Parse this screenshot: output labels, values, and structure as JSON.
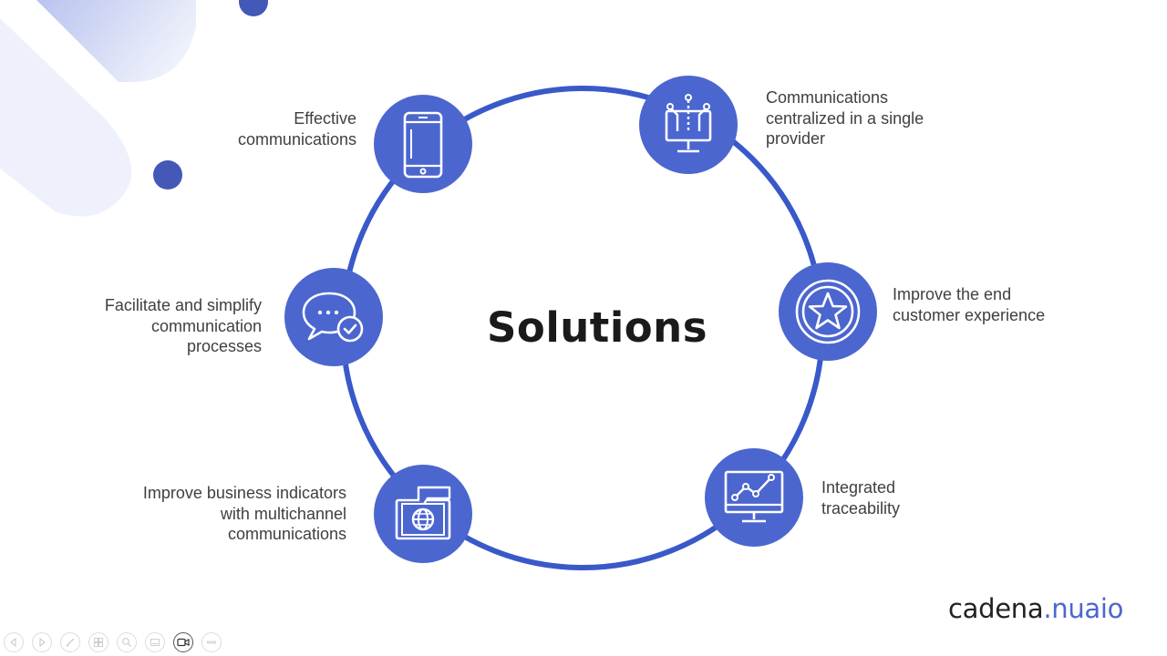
{
  "slide": {
    "title": "Solutions",
    "solutions": [
      {
        "id": "effective",
        "label": "Effective\ncommunications",
        "icon": "smartphone-icon"
      },
      {
        "id": "centralized",
        "label": "Communications\ncentralized in a single\nprovider",
        "icon": "circuit-monitor-icon"
      },
      {
        "id": "experience",
        "label": "Improve the end\ncustomer experience",
        "icon": "star-badge-icon"
      },
      {
        "id": "traceability",
        "label": "Integrated\ntraceability",
        "icon": "chart-monitor-icon"
      },
      {
        "id": "indicators",
        "label": "Improve business indicators\nwith multichannel\ncommunications",
        "icon": "globe-tablet-icon"
      },
      {
        "id": "facilitate",
        "label": "Facilitate and simplify\ncommunication\nprocesses",
        "icon": "chat-check-icon"
      }
    ]
  },
  "logo": {
    "brand": "cadena",
    "accent": ".nuaio"
  },
  "colors": {
    "accent": "#4c66cf",
    "ring": "#3a59c9",
    "text": "#404040",
    "title": "#1a1a1a"
  },
  "toolbar": {
    "buttons": [
      {
        "id": "prev",
        "icon": "previous-slide-icon"
      },
      {
        "id": "next",
        "icon": "next-slide-icon"
      },
      {
        "id": "pen",
        "icon": "pen-icon"
      },
      {
        "id": "slides",
        "icon": "all-slides-icon"
      },
      {
        "id": "zoom",
        "icon": "zoom-icon"
      },
      {
        "id": "subtitles",
        "icon": "subtitles-icon"
      },
      {
        "id": "camera",
        "icon": "camera-icon",
        "active": true
      },
      {
        "id": "more",
        "icon": "more-options-icon"
      }
    ]
  }
}
